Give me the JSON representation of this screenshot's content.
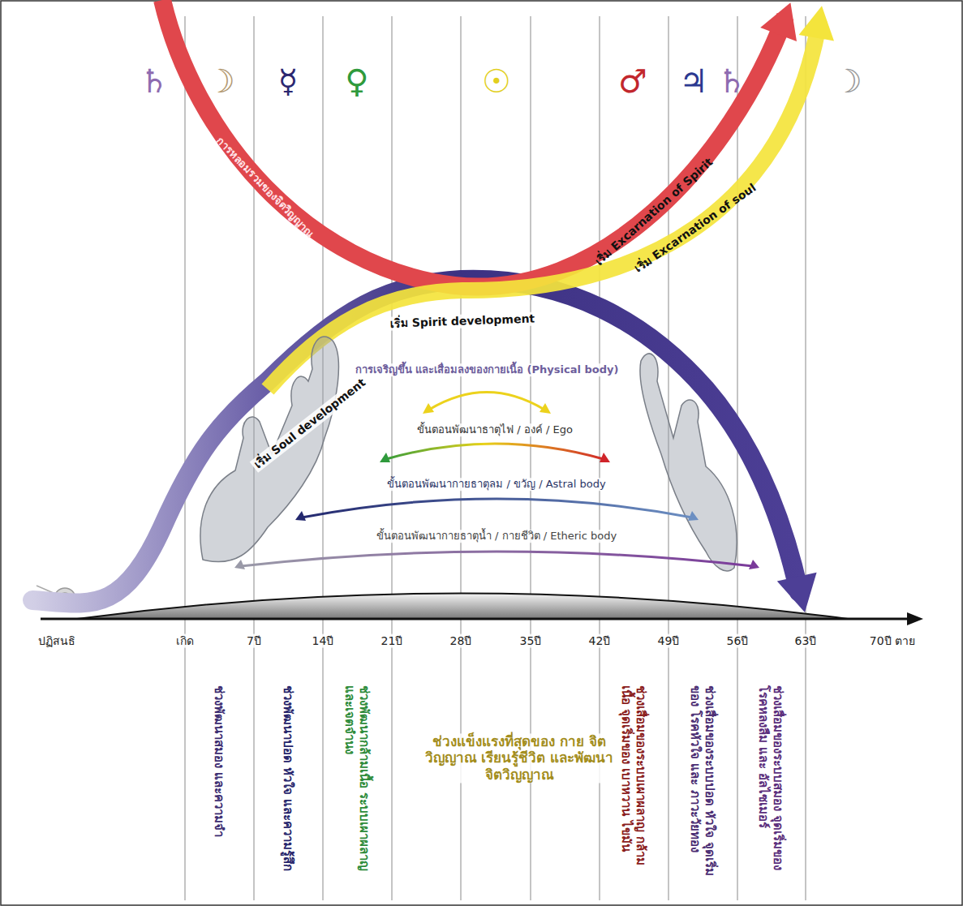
{
  "diagram": {
    "labels": [
      "♄",
      "☽",
      "☿",
      "♀",
      "☉",
      "♂",
      "♃",
      "♄",
      "☽",
      "การหลอมรวมของจิตวิญญาณ",
      "เริ่ม Spirit development",
      "เริ่ม Soul development",
      "เริ่ม Excarnation of Spirit",
      "เริ่ม Excarnation of soul",
      "การเจริญขึ้น และเสื่อมลงของกายเนื้อ (Physical body)",
      "ขั้นตอนพัฒนาธาตุไฟ / องค์ / Ego",
      "ขั้นตอนพัฒนากายธาตุลม / ขวัญ / Astral body",
      "ขั้นตอนพัฒนากายธาตุน้ำ / กายชีวิต / Etheric body",
      "ปฏิสนธิ",
      "เกิด",
      "7ปี",
      "14ปี",
      "21ปี",
      "28ปี",
      "35ปี",
      "42ปี",
      "49ปี",
      "56ปี",
      "63ปี",
      "70ปี ตาย",
      "ช่วงพัฒนาสมอง และความจำ",
      "ช่วงพัฒนาปอด หัวใจ และความรู้สึก",
      "ช่วงพัฒนากล้ามเนื้อ ระบบเผาผลาญ และเจตจำนง",
      "ช่วงแข็งแรงที่สุดของ กาย จิต วิญญาณ เรียนรู้ชีวิต และพัฒนาจิตวิญญาณ",
      "ช่วงเสื่อมของระบบเผาผลาญ กล้ามเนื้อ จุดเริ่มของ เบาหวาน ไขมัน",
      "ช่วงเสื่อมของระบบปอด หัวใจ จุดเริ่มของ โรคหัวใจ และ ภาวะวัยทอง",
      "ช่วงเสื่อมของระบบสมอง จุดเริ่มของ โรคหลงลืม และ อัลไซเมอร์"
    ]
  }
}
